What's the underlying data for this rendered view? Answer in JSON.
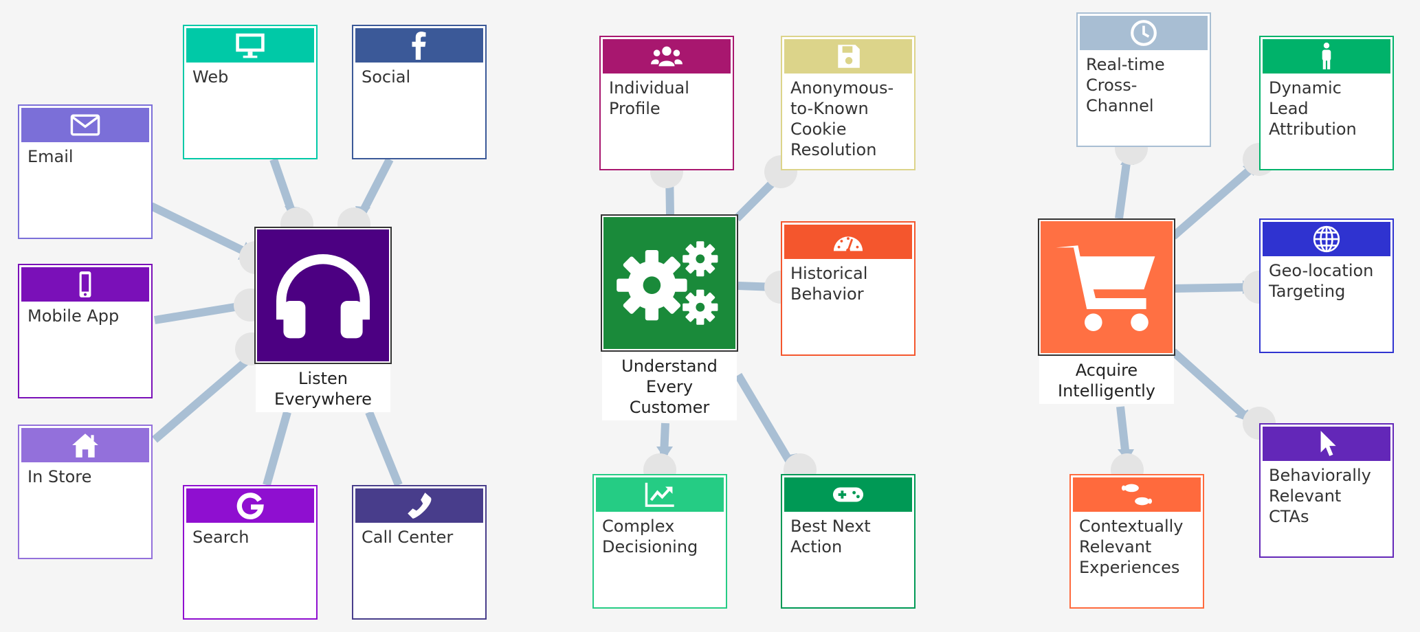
{
  "colors": {
    "link": "#a9bfd4",
    "knob": "#e4e4e4"
  },
  "hubs": {
    "listen": {
      "label": "Listen\nEverywhere",
      "color": "#4c0082",
      "icon": "headphones-icon"
    },
    "understand": {
      "label": "Understand\nEvery\nCustomer",
      "color": "#1a8a3a",
      "icon": "gears-icon"
    },
    "acquire": {
      "label": "Acquire\nIntelligently",
      "color": "#ff7043",
      "icon": "shopping-cart-icon"
    }
  },
  "cards": {
    "web": {
      "label": "Web",
      "color": "#00c9a7",
      "icon": "monitor-icon"
    },
    "social": {
      "label": "Social",
      "color": "#3b5998",
      "icon": "facebook-icon"
    },
    "email": {
      "label": "Email",
      "color": "#7b6fd8",
      "icon": "envelope-icon"
    },
    "mobile_app": {
      "label": "Mobile App",
      "color": "#7a10b8",
      "icon": "mobile-phone-icon"
    },
    "in_store": {
      "label": "In Store",
      "color": "#9370db",
      "icon": "home-icon"
    },
    "search": {
      "label": "Search",
      "color": "#8f0fd0",
      "icon": "google-icon"
    },
    "call_center": {
      "label": "Call Center",
      "color": "#483d8b",
      "icon": "phone-icon"
    },
    "individual_profile": {
      "label": "Individual\nProfile",
      "color": "#a8176f",
      "icon": "users-icon"
    },
    "anonymous_to_known": {
      "label": "Anonymous-\nto-Known\nCookie\nResolution",
      "color": "#dcd48a",
      "icon": "floppy-disk-icon"
    },
    "historical_behavior": {
      "label": "Historical\nBehavior",
      "color": "#f4562d",
      "icon": "dashboard-gauge-icon"
    },
    "complex_decisioning": {
      "label": "Complex\nDecisioning",
      "color": "#25cc84",
      "icon": "area-chart-icon"
    },
    "best_next_action": {
      "label": "Best Next\nAction",
      "color": "#009955",
      "icon": "gamepad-icon"
    },
    "real_time": {
      "label": "Real-time\nCross-Channel",
      "color": "#a8bed3",
      "icon": "clock-icon"
    },
    "dynamic_lead": {
      "label": "Dynamic Lead\nAttribution",
      "color": "#00b26a",
      "icon": "person-icon"
    },
    "geo_location": {
      "label": "Geo-location\nTargeting",
      "color": "#2f33d0",
      "icon": "globe-icon"
    },
    "behaviorally_relevant": {
      "label": "Behaviorally\nRelevant CTAs",
      "color": "#6327b8",
      "icon": "mouse-pointer-icon"
    },
    "contextually_relevant": {
      "label": "Contextually\nRelevant\nExperiences",
      "color": "#ff6a3d",
      "icon": "footprints-icon"
    }
  }
}
